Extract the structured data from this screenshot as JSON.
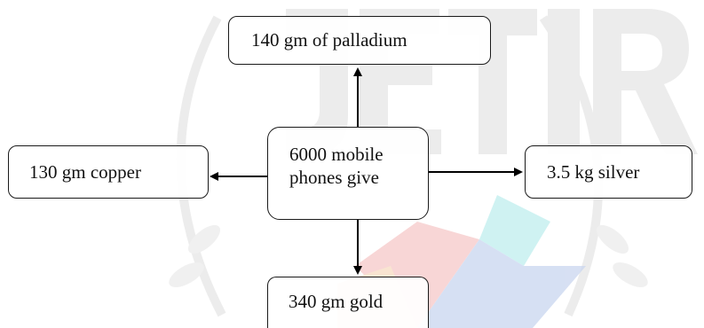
{
  "diagram": {
    "center": {
      "line1": "6000 mobile",
      "line2": "phones give"
    },
    "top": "140 gm of palladium",
    "left": "130 gm copper",
    "right": "3.5 kg silver",
    "bottom": "340 gm gold"
  },
  "watermark": {
    "text": "JETIR"
  },
  "colors": {
    "border": "#1a1a1a",
    "arrow": "#000000",
    "watermark": "#e6e6e6"
  }
}
